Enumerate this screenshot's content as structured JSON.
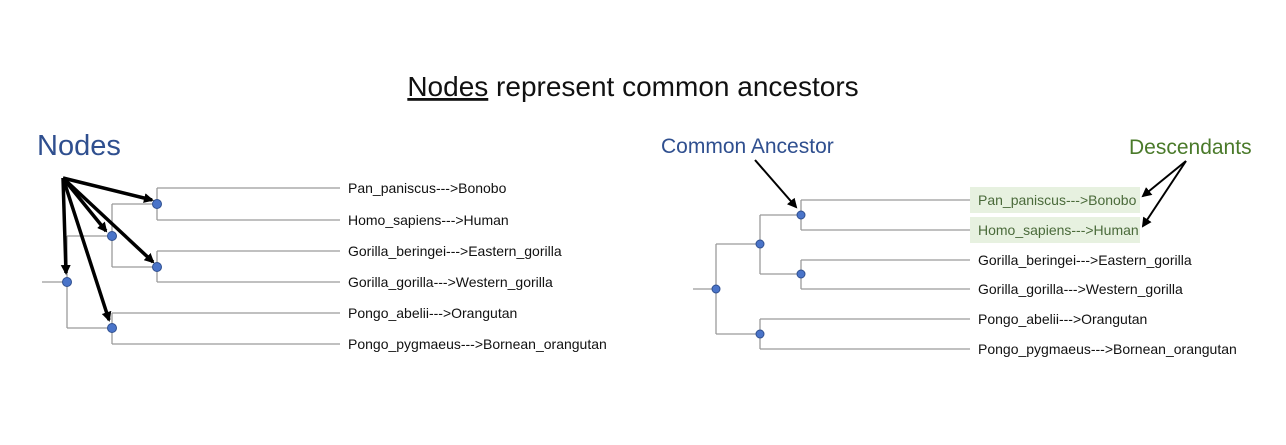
{
  "title": {
    "underlined": "Nodes",
    "rest": " represent common ancestors"
  },
  "left_panel": {
    "heading": "Nodes",
    "leaves": [
      "Pan_paniscus--->Bonobo",
      "Homo_sapiens--->Human",
      "Gorilla_beringei--->Eastern_gorilla",
      "Gorilla_gorilla--->Western_gorilla",
      "Pongo_abelii--->Orangutan",
      "Pongo_pygmaeus--->Bornean_orangutan"
    ]
  },
  "right_panel": {
    "ancestor_label": "Common Ancestor",
    "descendants_label": "Descendants",
    "leaves": [
      "Pan_paniscus--->Bonobo",
      "Homo_sapiens--->Human",
      "Gorilla_beringei--->Eastern_gorilla",
      "Gorilla_gorilla--->Western_gorilla",
      "Pongo_abelii--->Orangutan",
      "Pongo_pygmaeus--->Bornean_orangutan"
    ]
  },
  "colors": {
    "node": "#4a74c9",
    "node_stroke": "#2f4f8f",
    "branch": "#9a9a9a",
    "heading_blue": "#2f4f8f",
    "heading_green": "#4a7a2a",
    "highlight": "#e7f1e0",
    "arrow": "#000000",
    "text": "#111111"
  }
}
